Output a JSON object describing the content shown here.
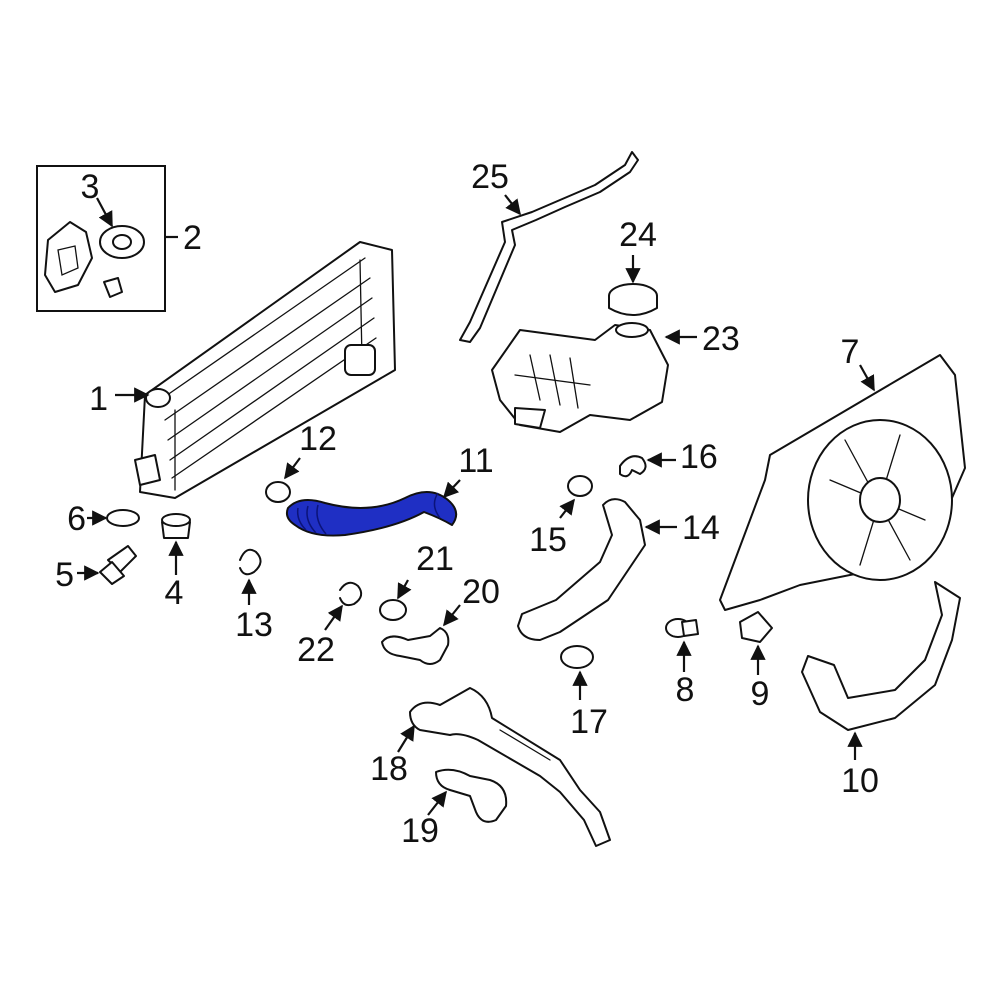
{
  "diagram": {
    "highlight_color": "#1f2fc4",
    "highlighted_callout": "11",
    "callouts": {
      "c1": "1",
      "c2": "2",
      "c3": "3",
      "c4": "4",
      "c5": "5",
      "c6": "6",
      "c7": "7",
      "c8": "8",
      "c9": "9",
      "c10": "10",
      "c11": "11",
      "c12": "12",
      "c13": "13",
      "c14": "14",
      "c15": "15",
      "c16": "16",
      "c17": "17",
      "c18": "18",
      "c19": "19",
      "c20": "20",
      "c21": "21",
      "c22": "22",
      "c23": "23",
      "c24": "24",
      "c25": "25"
    }
  }
}
